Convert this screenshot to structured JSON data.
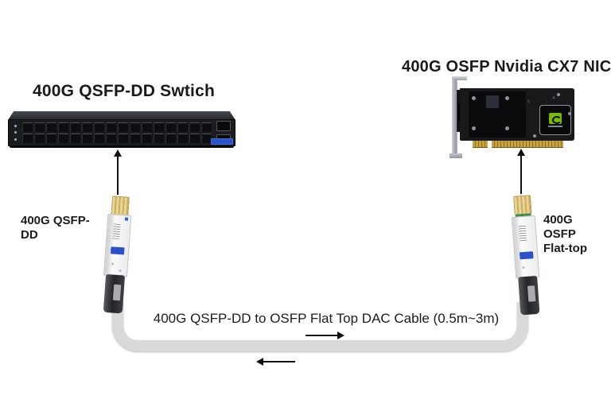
{
  "colors": {
    "accent_blue": "#2b50cc",
    "cable_gray": "#d9d9d9",
    "nvidia_green": "#76b900",
    "gold": "#d7bd77",
    "arrow_black": "#111111"
  },
  "switch": {
    "label": "400G QSFP-DD Swtich",
    "ports": {
      "groups": 8,
      "ports_per_group": 4,
      "total": 32
    },
    "leds": 3,
    "mgmt_ports": 2
  },
  "nic": {
    "label": "400G OSFP Nvidia CX7 NIC"
  },
  "transceivers": {
    "left": {
      "label": "400G QSFP-DD"
    },
    "right": {
      "label_line1": "400G OSFP",
      "label_line2": "Flat-top"
    }
  },
  "cable": {
    "label": "400G QSFP-DD to OSFP Flat Top DAC Cable  (0.5m~3m)"
  },
  "icons": {
    "up_arrow_left": "up-arrow",
    "up_arrow_right": "up-arrow",
    "flow_arrow_right": "right-arrow",
    "flow_arrow_left": "left-arrow"
  }
}
